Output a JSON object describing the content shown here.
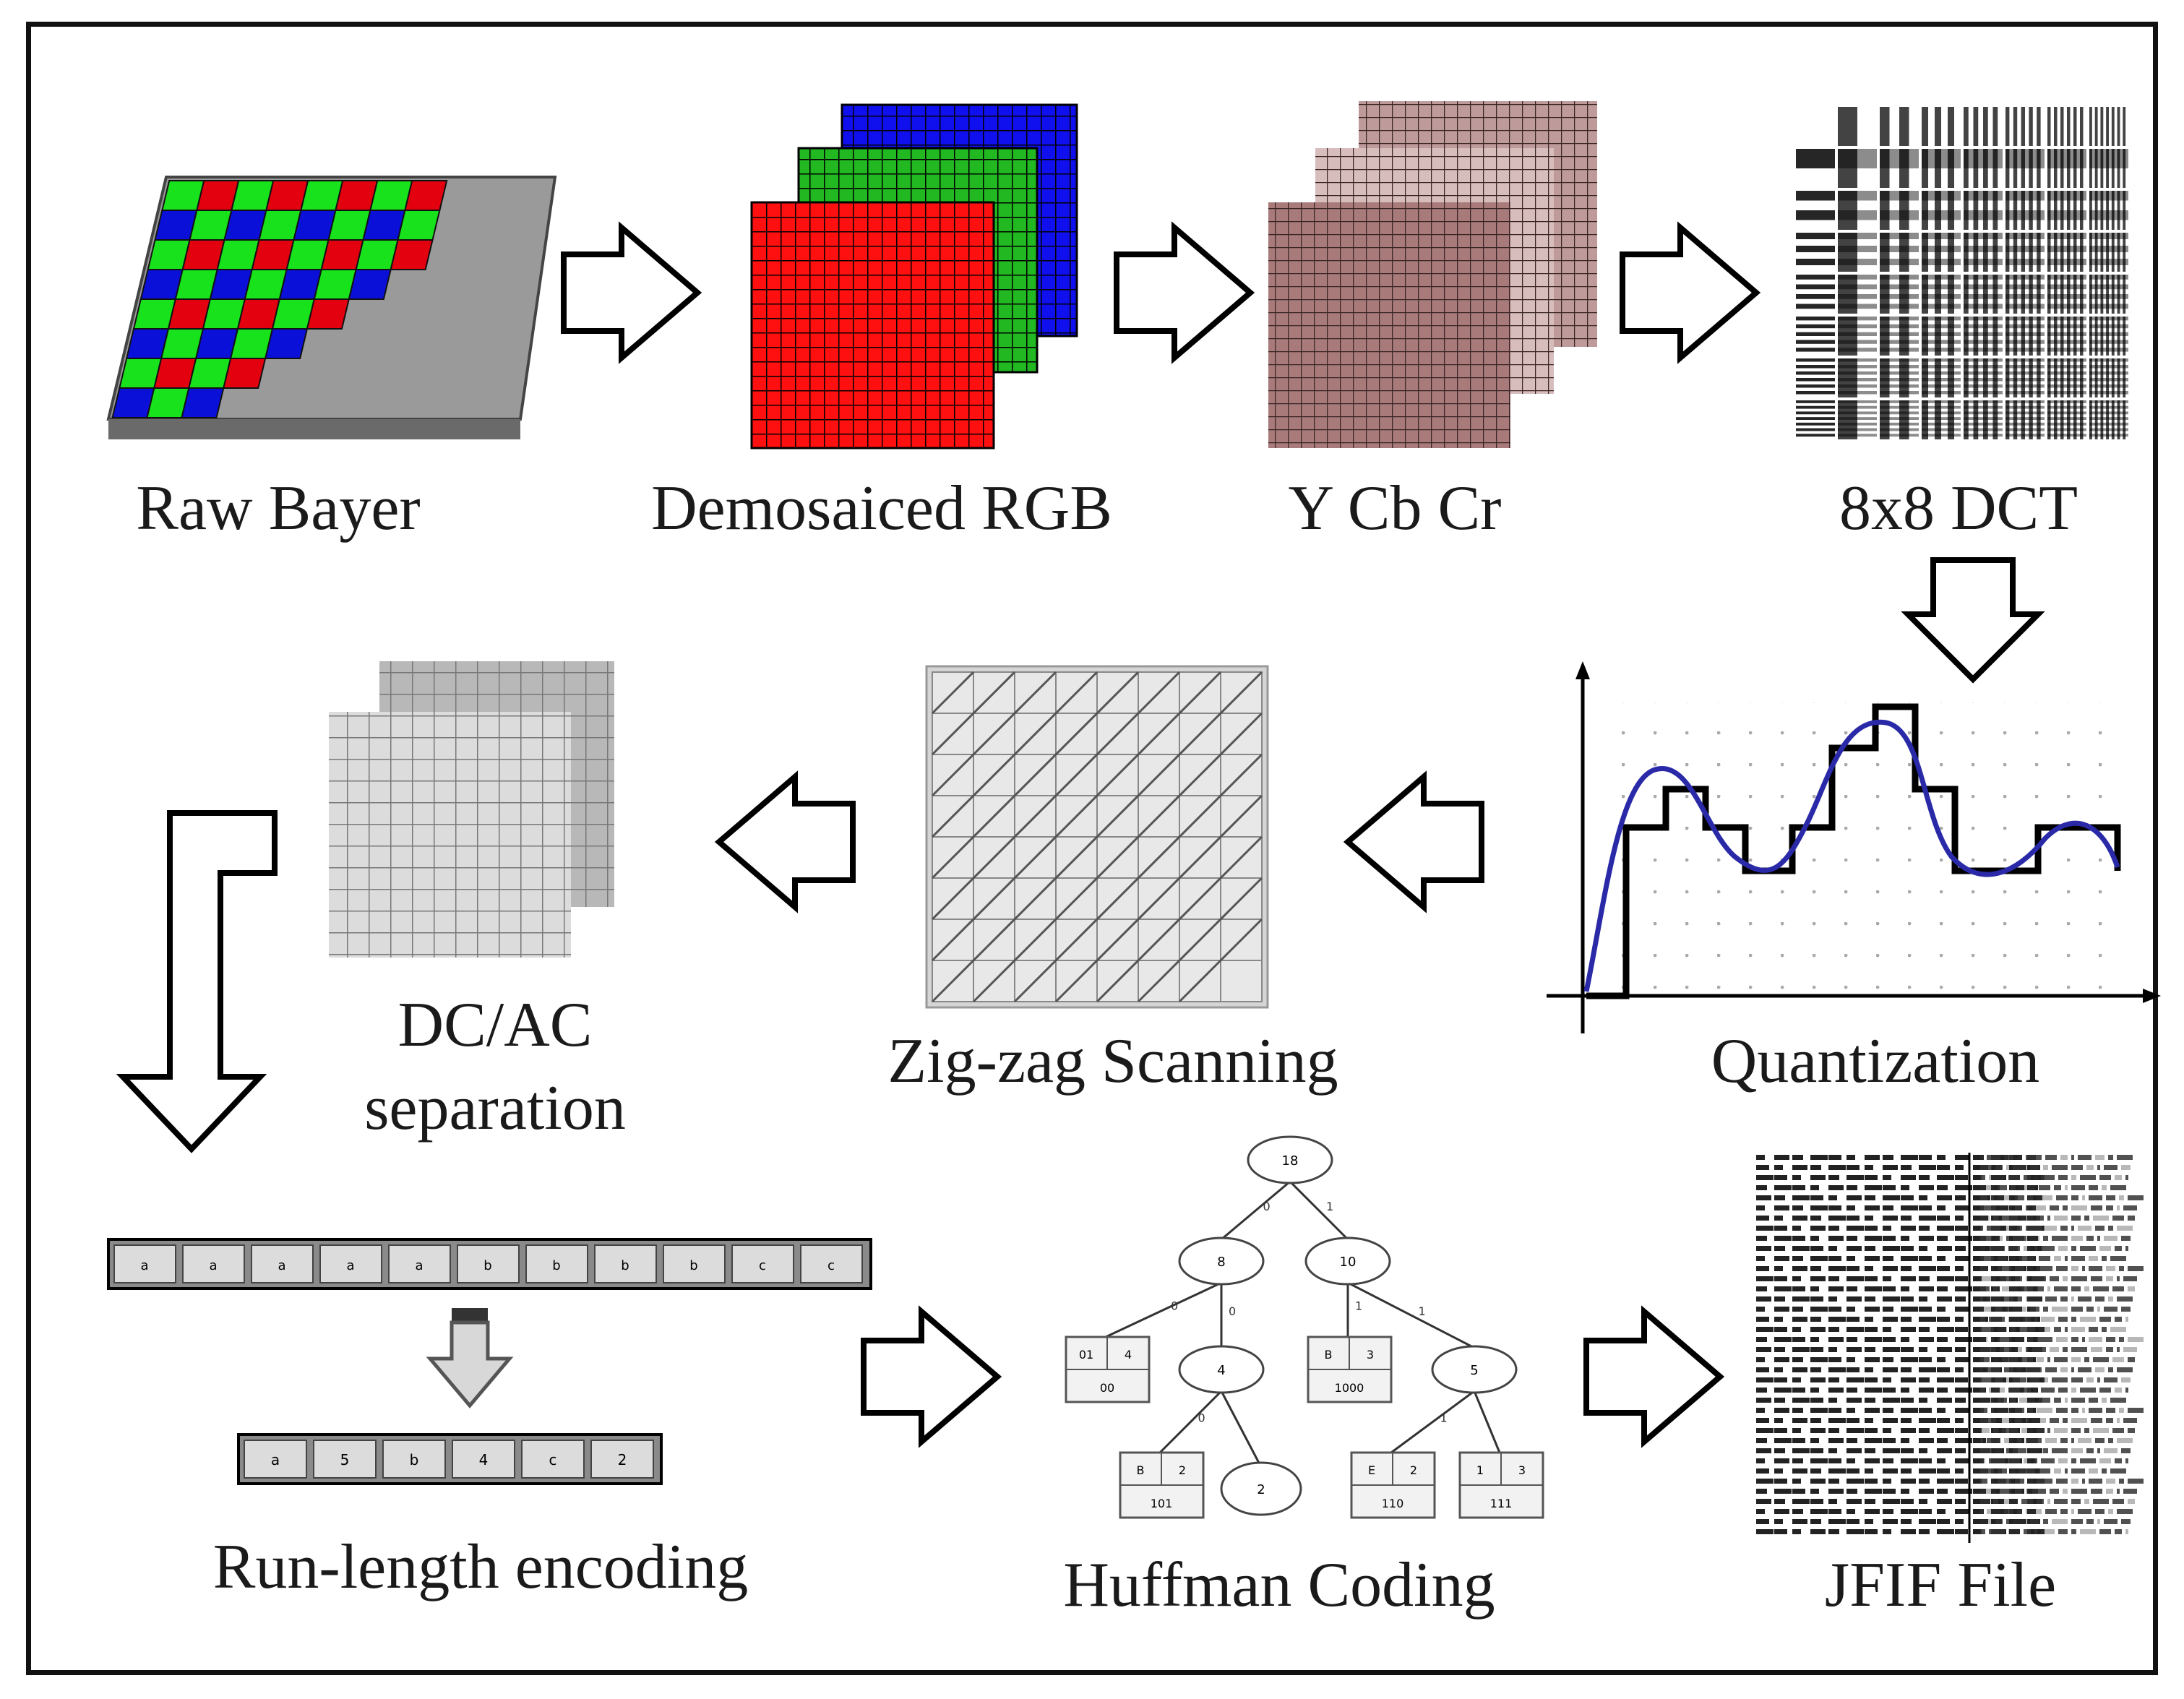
{
  "stages": {
    "raw_bayer": "Raw Bayer",
    "demosaiced_rgb": "Demosaiced RGB",
    "ycbcr": "Y Cb Cr",
    "dct": "8x8 DCT",
    "quantization": "Quantization",
    "zigzag": "Zig-zag Scanning",
    "dcac_line1": "DC/AC",
    "dcac_line2": "separation",
    "rle": "Run-length encoding",
    "huffman": "Huffman Coding",
    "jfif": "JFIF File"
  },
  "rle": {
    "input": [
      "a",
      "a",
      "a",
      "a",
      "a",
      "b",
      "b",
      "b",
      "b",
      "c",
      "c"
    ],
    "output": [
      "a",
      "5",
      "b",
      "4",
      "c",
      "2"
    ]
  },
  "huffman": {
    "nodes": [
      "18",
      "8",
      "10",
      "4",
      "5"
    ],
    "leaf_2": "2",
    "leaves": [
      {
        "top": [
          "01",
          "4"
        ],
        "code": "00"
      },
      {
        "top": [
          "B",
          "3"
        ],
        "code": "1000"
      },
      {
        "top": [
          "B",
          "2"
        ],
        "code": "101"
      },
      {
        "top": [
          "E",
          "2"
        ],
        "code": "110"
      },
      {
        "top": [
          "1",
          "3"
        ],
        "code": "111"
      }
    ],
    "edge_bits": [
      "0",
      "1",
      "0",
      "1",
      "0",
      "1",
      "0",
      "1"
    ]
  },
  "colors": {
    "bayer_red": "#e3000f",
    "bayer_green": "#18e21c",
    "bayer_blue": "#0a10d8",
    "rgb_red": "#ff1010",
    "rgb_green": "#22b822",
    "rgb_blue": "#1010ee",
    "y_front": "#a87a7a",
    "cb_mid": "#d8bdbd",
    "cr_back": "#bf9a9a",
    "curve_blue": "#2a2aa8"
  },
  "icons": [
    "bayer-mosaic",
    "rgb-planes",
    "ycbcr-planes",
    "dct-basis-grid",
    "quantization-plot",
    "zigzag-grid",
    "dcac-blocks",
    "huffman-tree",
    "hex-dump"
  ]
}
